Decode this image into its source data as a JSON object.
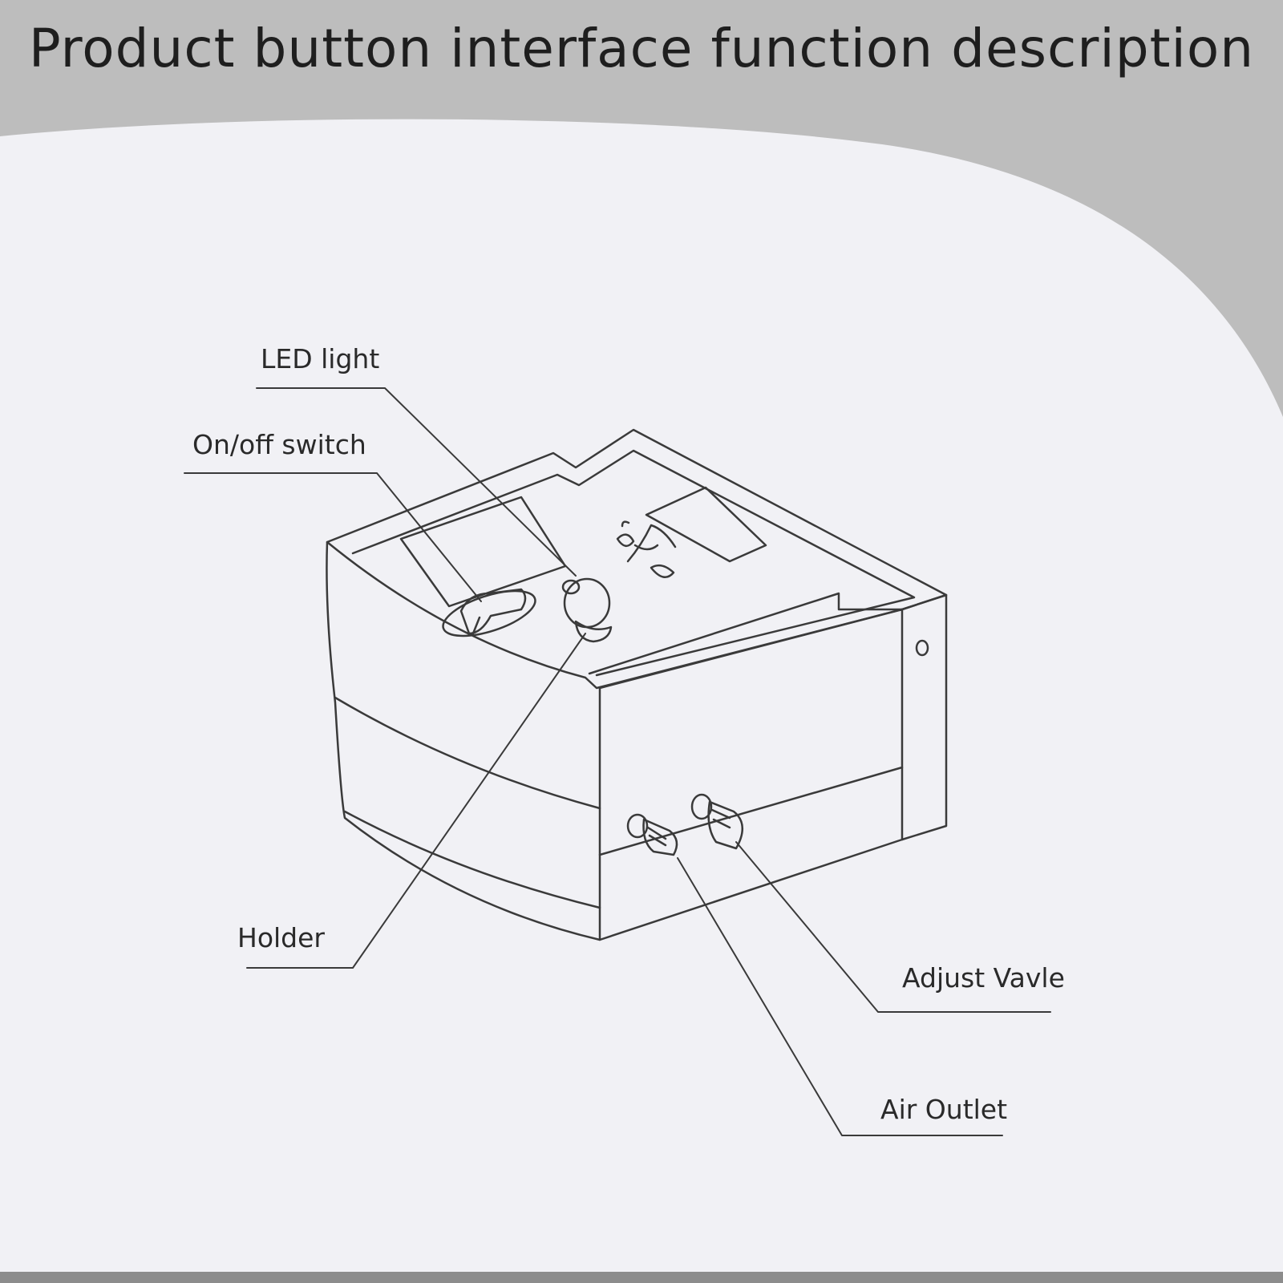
{
  "title": "Product button interface function description",
  "colors": {
    "background_gray": "#bdbdbd",
    "paper": "#f1f1f5",
    "line": "#3a3a3a",
    "title_text": "#1e1e1e"
  },
  "callouts": {
    "led_light": "LED light",
    "on_off_switch": "On/off switch",
    "holder": "Holder",
    "adjust_valve": "Adjust Vavle",
    "air_outlet": "Air Outlet"
  }
}
